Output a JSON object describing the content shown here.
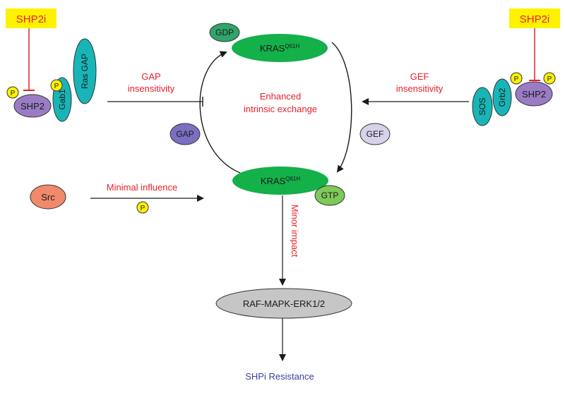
{
  "inhibitors": {
    "left": "SHP2i",
    "right": "SHP2i"
  },
  "kras": {
    "top": "KRAS",
    "bottom": "KRAS",
    "mutation": "Q61H"
  },
  "nucleotides": {
    "gdp": "GDP",
    "gtp": "GTP"
  },
  "regulators": {
    "gap": "GAP",
    "gef": "GEF"
  },
  "left_complex": {
    "shp2": "SHP2",
    "gab1": "Gab1",
    "ras_gap": "Ras GAP",
    "phospho_1": "P",
    "phospho_2": "P"
  },
  "right_complex": {
    "sos": "SOS",
    "grb2": "Grb2",
    "shp2": "SHP2",
    "phospho_1": "P",
    "phospho_2": "P"
  },
  "labels": {
    "gap_line1": "GAP",
    "gap_line2": "insensitivity",
    "gef_line1": "GEF",
    "gef_line2": "insensitivity",
    "center_line1": "Enhanced",
    "center_line2": "intrinsic exchange",
    "minimal": "Minimal influence",
    "minor": "Minor impact",
    "resistance": "SHPi Resistance"
  },
  "src": {
    "label": "Src",
    "phospho": "P"
  },
  "pathway": {
    "label": "RAF-MAPK-ERK1/2"
  },
  "colors": {
    "inhibitor_box": "#fff200",
    "inhibitor_text": "#e8202a",
    "kras": "#14b04a",
    "gdp": "#2fa56a",
    "gtp": "#7dc95a",
    "shp2": "#9b7cc4",
    "teal": "#18b5b8",
    "phospho": "#fff200",
    "gap": "#7a6fc0",
    "gef": "#d7d1ea",
    "src": "#f08a6a",
    "pathway": "#c6c6c6",
    "red_text": "#e8202a",
    "blue_text": "#3b3fa0"
  }
}
